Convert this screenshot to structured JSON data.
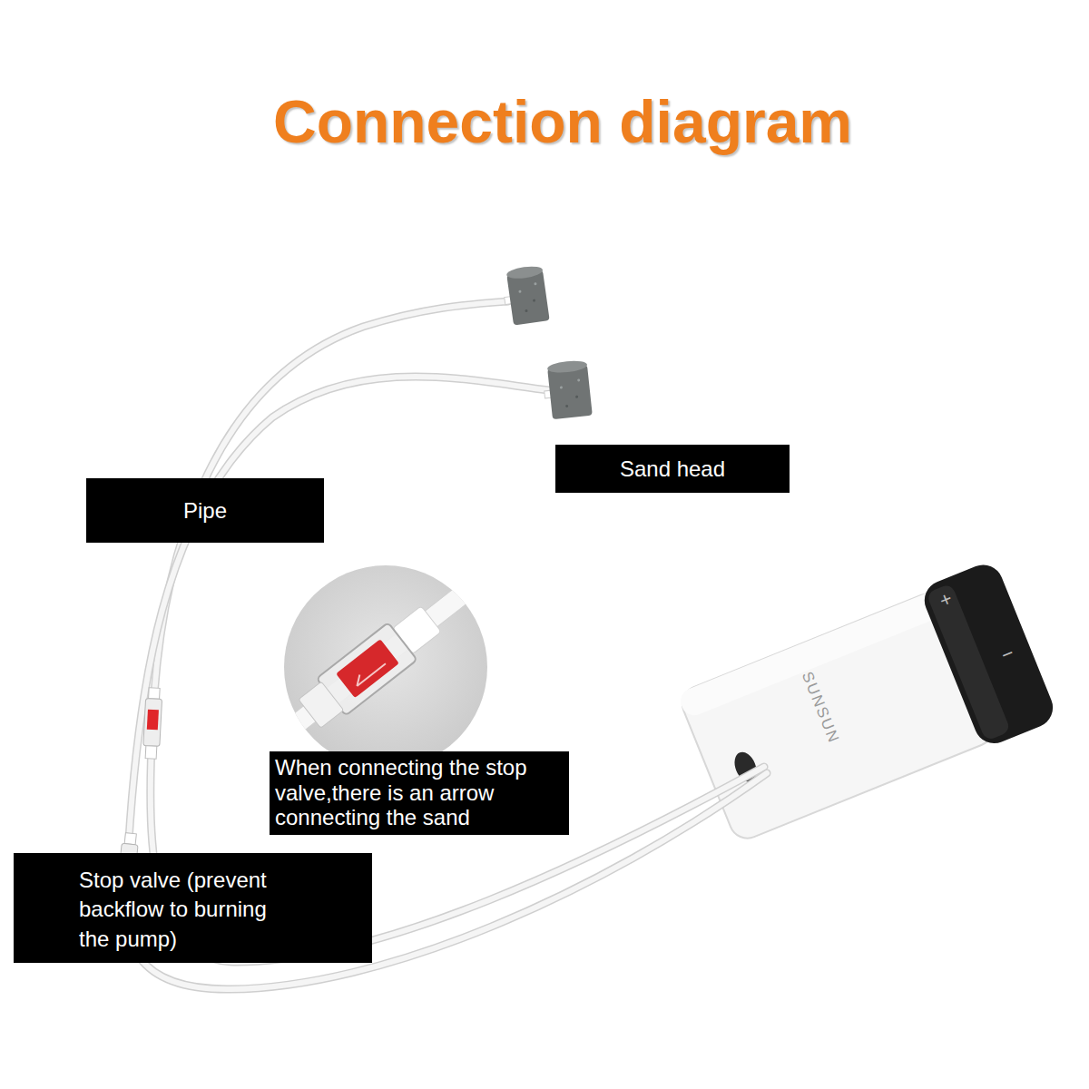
{
  "diagram": {
    "title": "Connection diagram",
    "nodes": [
      {
        "text": [
          "Pipe"
        ]
      },
      {
        "text": [
          "Sand head"
        ]
      },
      {
        "text": [
          "When connecting the stop valve,there is an arrow connecting the sand"
        ]
      },
      {
        "text": [
          "Stop valve (prevent backflow to burning the pump)"
        ]
      }
    ],
    "labels": [
      "SUNSUN",
      "+",
      "−"
    ]
  }
}
